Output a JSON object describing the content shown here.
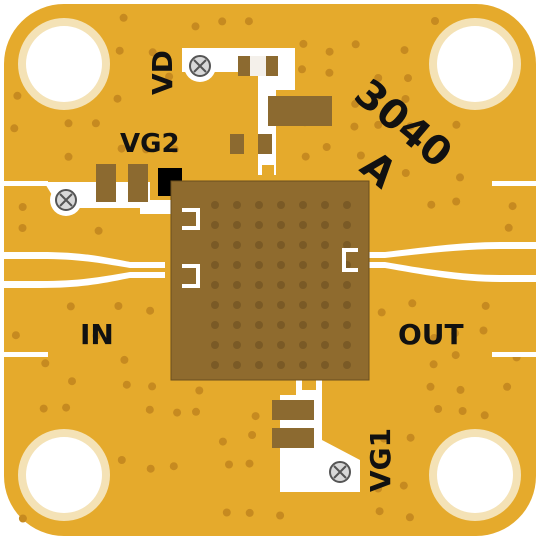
{
  "labels": {
    "vd": "VD",
    "vg2": "VG2",
    "vg1": "VG1",
    "in": "IN",
    "out": "OUT",
    "part_line1": "3040",
    "part_line2": "A"
  },
  "colors": {
    "board": "#E5AA2C",
    "via": "#C68A20",
    "trace": "#FFFFFF",
    "chip": "#8F6B2E",
    "component": "#8C6A30",
    "pad_marker": "#000000",
    "text": "#111111"
  }
}
